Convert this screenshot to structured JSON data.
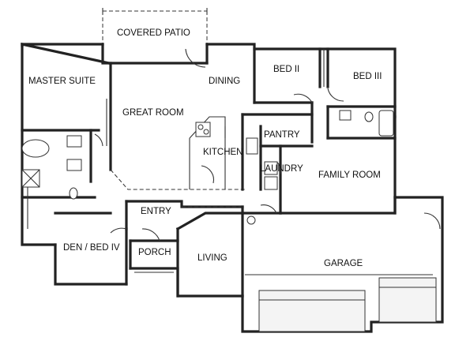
{
  "rooms": {
    "covered_patio": "COVERED PATIO",
    "master_suite": "MASTER SUITE",
    "dining": "DINING",
    "bed_2": "BED II",
    "bed_3": "BED III",
    "great_room": "GREAT ROOM",
    "pantry": "PANTRY",
    "kitchen": "KITCHEN",
    "laundry": "LAUNDRY",
    "family_room": "FAMILY ROOM",
    "entry": "ENTRY",
    "den_bed_4": "DEN / BED IV",
    "porch": "PORCH",
    "living": "LIVING",
    "garage": "GARAGE"
  }
}
